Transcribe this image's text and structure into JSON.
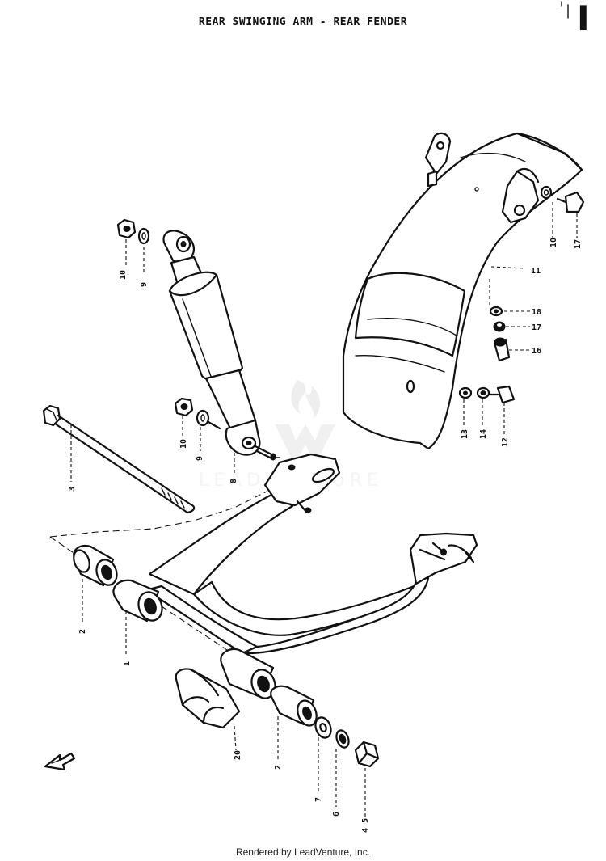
{
  "title": "REAR SWINGING ARM - REAR FENDER",
  "page_index": "I",
  "watermark": {
    "brand": "LEADVENTURE"
  },
  "credit": "Rendered by LeadVenture, Inc.",
  "callouts": {
    "nut_top": "10",
    "washer_top": "9",
    "shock_nut": "10",
    "shock_washer": "9",
    "shock_lower": "8",
    "pivot_bolt": "3",
    "bushing_left": "2",
    "bushing_center": "1",
    "bracket": "20",
    "bushing_right": "2",
    "washer_7": "7",
    "washer_6": "6",
    "nut_45": "4 5",
    "fender": "11",
    "fender_washer": "18",
    "fender_nut": "17",
    "fender_bolt": "16",
    "bolt_top": "17",
    "washer_10_right": "10",
    "washer_13": "13",
    "washer_14": "14",
    "bolt_12": "12"
  }
}
